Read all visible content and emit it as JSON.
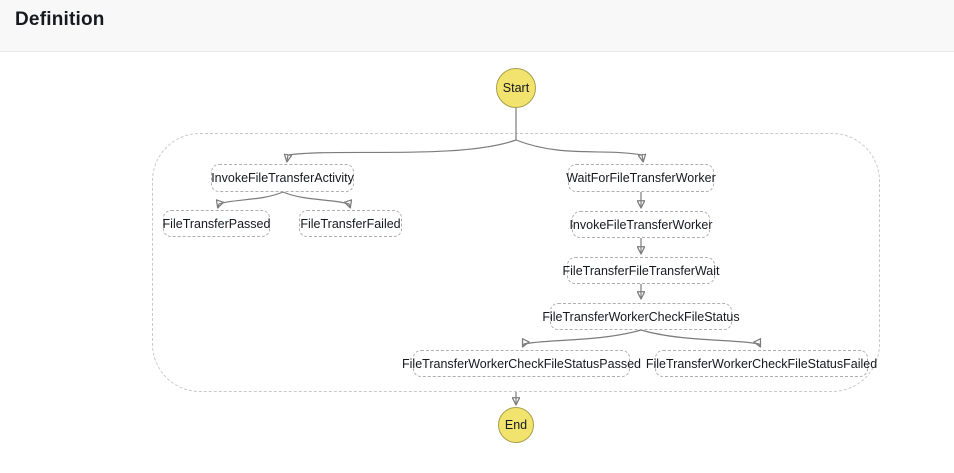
{
  "header": {
    "title": "Definition"
  },
  "diagram": {
    "start_label": "Start",
    "end_label": "End",
    "container": {
      "type": "parallel-state-group",
      "border_style": "dashed"
    },
    "nodes": [
      {
        "id": "InvokeFileTransferActivity",
        "label": "InvokeFileTransferActivity"
      },
      {
        "id": "FileTransferPassed",
        "label": "FileTransferPassed"
      },
      {
        "id": "FileTransferFailed",
        "label": "FileTransferFailed"
      },
      {
        "id": "WaitForFileTransferWorker",
        "label": "WaitForFileTransferWorker"
      },
      {
        "id": "InvokeFileTransferWorker",
        "label": "InvokeFileTransferWorker"
      },
      {
        "id": "FileTransferFileTransferWait",
        "label": "FileTransferFileTransferWait"
      },
      {
        "id": "FileTransferWorkerCheckFileStatus",
        "label": "FileTransferWorkerCheckFileStatus"
      },
      {
        "id": "FileTransferWorkerCheckFileStatusPassed",
        "label": "FileTransferWorkerCheckFileStatusPassed"
      },
      {
        "id": "FileTransferWorkerCheckFileStatusFailed",
        "label": "FileTransferWorkerCheckFileStatusFailed"
      }
    ],
    "edges": [
      {
        "from": "Start",
        "to": "InvokeFileTransferActivity"
      },
      {
        "from": "Start",
        "to": "WaitForFileTransferWorker"
      },
      {
        "from": "InvokeFileTransferActivity",
        "to": "FileTransferPassed"
      },
      {
        "from": "InvokeFileTransferActivity",
        "to": "FileTransferFailed"
      },
      {
        "from": "WaitForFileTransferWorker",
        "to": "InvokeFileTransferWorker"
      },
      {
        "from": "InvokeFileTransferWorker",
        "to": "FileTransferFileTransferWait"
      },
      {
        "from": "FileTransferFileTransferWait",
        "to": "FileTransferWorkerCheckFileStatus"
      },
      {
        "from": "FileTransferWorkerCheckFileStatus",
        "to": "FileTransferWorkerCheckFileStatusPassed"
      },
      {
        "from": "FileTransferWorkerCheckFileStatus",
        "to": "FileTransferWorkerCheckFileStatusFailed"
      },
      {
        "from": "parallel-group",
        "to": "End"
      }
    ],
    "colors": {
      "terminal_fill": "#F2E26E",
      "terminal_border": "#A9A04B",
      "edge": "#7C7C7C",
      "node_border": "#AFAFAF",
      "container_border": "#C9C9C9",
      "text": "#16191F",
      "header_bg": "#F8F8F8",
      "header_border": "#E7E7E7"
    }
  }
}
